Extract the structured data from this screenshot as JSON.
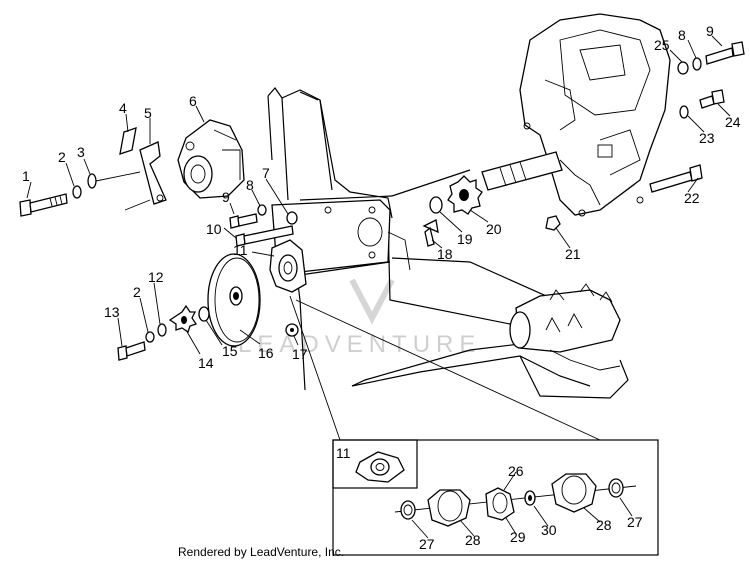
{
  "watermark": "LEADVENTURE",
  "footer": "Rendered by LeadVenture, Inc.",
  "callouts": {
    "c1": "1",
    "c2a": "2",
    "c3": "3",
    "c4": "4",
    "c5": "5",
    "c6": "6",
    "c7": "7",
    "c8a": "8",
    "c9a": "9",
    "c10": "10",
    "c11a": "11",
    "c12": "12",
    "c13": "13",
    "c2b": "2",
    "c14": "14",
    "c15": "15",
    "c16": "16",
    "c17": "17",
    "c18": "18",
    "c19": "19",
    "c20": "20",
    "c21": "21",
    "c22": "22",
    "c23": "23",
    "c24": "24",
    "c25": "25",
    "c8b": "8",
    "c9b": "9",
    "c11b": "11",
    "c26": "26",
    "c27a": "27",
    "c28a": "28",
    "c29": "29",
    "c30": "30",
    "c28b": "28",
    "c27b": "27"
  }
}
